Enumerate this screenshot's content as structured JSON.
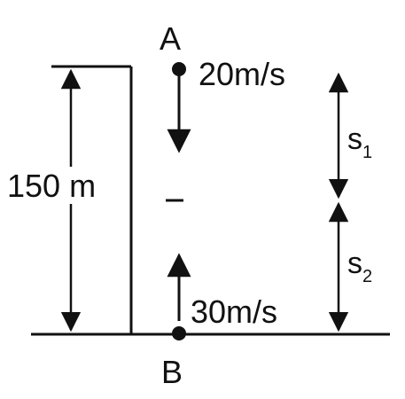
{
  "labels": {
    "point_top": "A",
    "point_bottom": "B",
    "speed_top": "20m/s",
    "speed_bottom": "30m/s",
    "height": "150 m",
    "s1_main": "s",
    "s1_sub": "1",
    "s2_main": "s",
    "s2_sub": "2",
    "meet_mark": "–"
  },
  "colors": {
    "ink": "#111111",
    "background": "#ffffff"
  }
}
